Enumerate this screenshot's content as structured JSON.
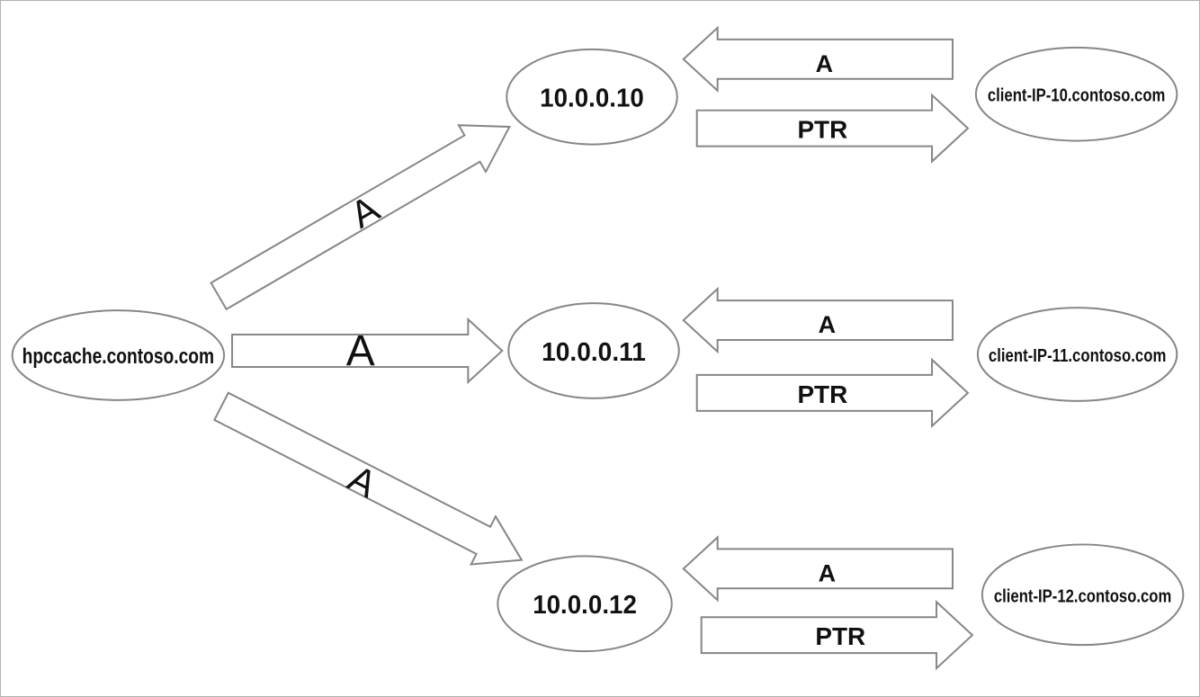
{
  "diagram": {
    "source_label": "hpccache.contoso.com",
    "colors": {
      "stroke": "#868686",
      "text": "#111111",
      "background": "#ffffff",
      "border": "#b3b3b3"
    },
    "rows": [
      {
        "ip": "10.0.0.10",
        "client": "client-IP-10.contoso.com",
        "hpccache_arrow_label": "A",
        "client_to_ip_label": "A",
        "ip_to_client_label": "PTR"
      },
      {
        "ip": "10.0.0.11",
        "client": "client-IP-11.contoso.com",
        "hpccache_arrow_label": "A",
        "client_to_ip_label": "A",
        "ip_to_client_label": "PTR"
      },
      {
        "ip": "10.0.0.12",
        "client": "client-IP-12.contoso.com",
        "hpccache_arrow_label": "A",
        "client_to_ip_label": "A",
        "ip_to_client_label": "PTR"
      }
    ]
  }
}
